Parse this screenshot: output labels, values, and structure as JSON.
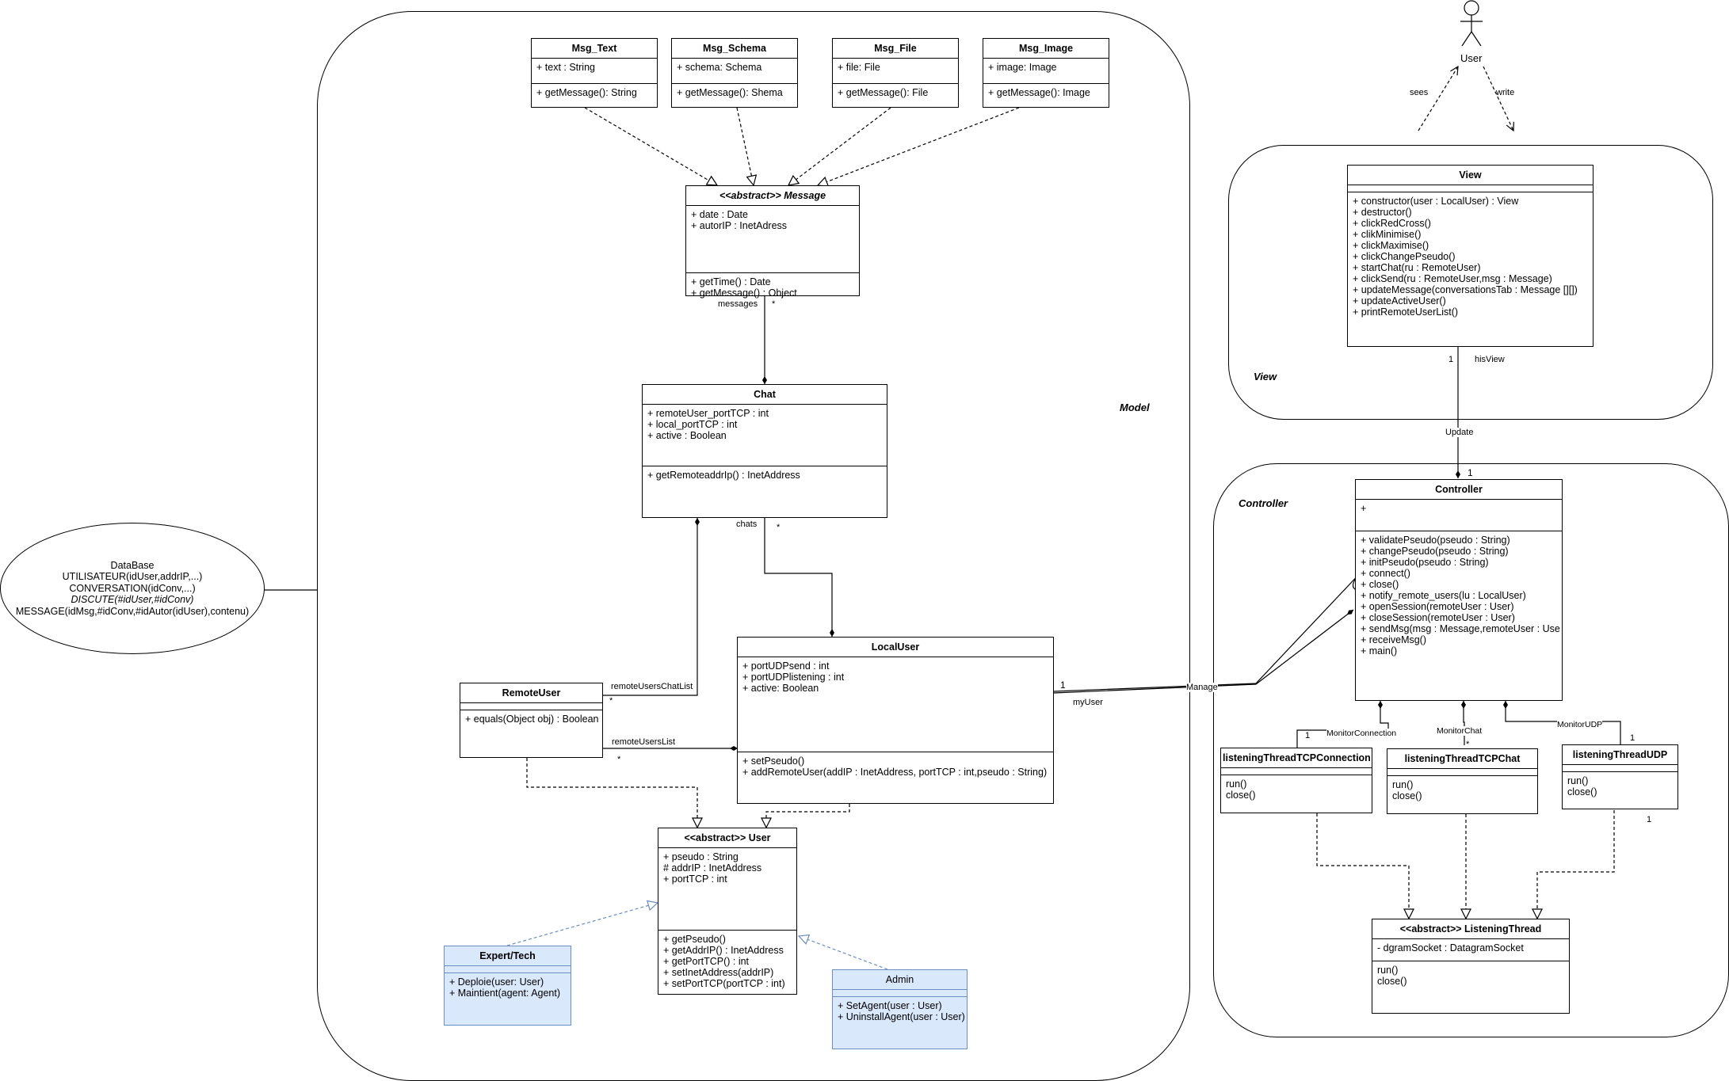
{
  "packages": {
    "model": "Model",
    "view": "View",
    "controller": "Controller"
  },
  "database": {
    "lines": [
      "DataBase",
      "UTILISATEUR(idUser,addrIP,...)",
      "CONVERSATION(idConv,...)",
      "DISCUTE(#idUser,#idConv)",
      "MESSAGE(idMsg,#idConv,#idAutor(idUser),contenu)"
    ]
  },
  "actor": {
    "name": "User",
    "sees": "sees",
    "write": "write"
  },
  "classes": {
    "msg_text": {
      "name": "Msg_Text",
      "attrs": [
        "+ text : String"
      ],
      "ops": [
        "+ getMessage(): String"
      ]
    },
    "msg_schema": {
      "name": "Msg_Schema",
      "attrs": [
        "+ schema: Schema"
      ],
      "ops": [
        "+ getMessage(): Shema"
      ]
    },
    "msg_file": {
      "name": "Msg_File",
      "attrs": [
        "+ file: File"
      ],
      "ops": [
        "+ getMessage(): File"
      ]
    },
    "msg_image": {
      "name": "Msg_Image",
      "attrs": [
        "+ image: Image"
      ],
      "ops": [
        "+ getMessage(): Image"
      ]
    },
    "message": {
      "name": "<<abstract>> Message",
      "attrs": [
        "+ date : Date",
        "+ autorIP : InetAdress"
      ],
      "ops": [
        "+ getTime() : Date",
        "+ getMessage() : Object"
      ]
    },
    "chat": {
      "name": "Chat",
      "attrs": [
        "+ remoteUser_portTCP : int",
        "+ local_portTCP : int",
        "+ active : Boolean"
      ],
      "ops": [
        "+ getRemoteaddrIp() : InetAddress"
      ]
    },
    "localuser": {
      "name": "LocalUser",
      "attrs": [
        "+ portUDPsend : int",
        "+ portUDPlistening : int",
        "+ active: Boolean"
      ],
      "ops": [
        "+ setPseudo()",
        "+ addRemoteUser(addIP : InetAddress, portTCP : int,pseudo : String)"
      ]
    },
    "remoteuser": {
      "name": "RemoteUser",
      "attrs": [],
      "ops": [
        "+ equals(Object obj) : Boolean"
      ]
    },
    "user": {
      "name": "<<abstract>> User",
      "attrs": [
        "+ pseudo : String",
        "# addrIP : InetAddress",
        "+ portTCP : int"
      ],
      "ops": [
        "+ getPseudo()",
        "+ getAddrIP() : InetAddress",
        "+ getPortTCP() : int",
        "+ setInetAddress(addrIP)",
        "+ setPortTCP(portTCP : int)"
      ]
    },
    "expert": {
      "name": "Expert/Tech",
      "attrs": [],
      "ops": [
        "+ Deploie(user: User)",
        "+ Maintient(agent: Agent)"
      ]
    },
    "admin": {
      "name": "Admin",
      "attrs": [],
      "ops": [
        "+ SetAgent(user : User)",
        "+ UninstallAgent(user : User)"
      ]
    },
    "view": {
      "name": "View",
      "attrs": [],
      "ops": [
        "+ constructor(user : LocalUser) : View",
        "+ destructor()",
        "+ clickRedCross()",
        "+ clikMinimise()",
        "+ clickMaximise()",
        "+ clickChangePseudo()",
        "+ startChat(ru : RemoteUser)",
        "+ clickSend(ru : RemoteUser,msg : Message)",
        "+ updateMessage(conversationsTab : Message [][])",
        "+ updateActiveUser()",
        "+ printRemoteUserList()"
      ]
    },
    "controller": {
      "name": "Controller",
      "attrs": [
        "+"
      ],
      "ops": [
        "+ validatePseudo(pseudo : String)",
        "+ changePseudo(pseudo : String)",
        "+ initPseudo(pseudo : String)",
        "+ connect()",
        "+ close()",
        "+ notify_remote_users(lu : LocalUser)",
        "+ openSession(remoteUser : User)",
        "+ closeSession(remoteUser : User)",
        "+ sendMsg(msg : Message,remoteUser : Use",
        "+ receiveMsg()",
        "+ main()"
      ]
    },
    "lt_conn": {
      "name": "listeningThreadTCPConnection",
      "attrs": [],
      "ops": [
        "run()",
        "close()"
      ]
    },
    "lt_chat": {
      "name": "listeningThreadTCPChat",
      "attrs": [],
      "ops": [
        "run()",
        "close()"
      ]
    },
    "lt_udp": {
      "name": "listeningThreadUDP",
      "attrs": [],
      "ops": [
        "run()",
        "close()"
      ]
    },
    "listening": {
      "name": "<<abstract>> ListeningThread",
      "attrs": [
        "- dgramSocket : DatagramSocket"
      ],
      "ops": [
        "run()",
        "close()"
      ]
    }
  },
  "labels": {
    "messages": "messages",
    "messages_mult": "*",
    "chats": "chats",
    "chats_mult": "*",
    "remoteUsersChatList": "remoteUsersChatList",
    "rucl_mult": "*",
    "remoteUsersList": "remoteUsersList",
    "rul_mult": "*",
    "manage": "Manage",
    "manage_mult": "1",
    "myUser": "myUser",
    "hisView": "hisView",
    "hisView_mult": "1",
    "update": "Update",
    "update_mult": "1",
    "monitor_connection": "MonitorConnection",
    "monitor_connection_mult": "1",
    "monitor_chat": "MonitorChat",
    "monitor_chat_mult": "*",
    "monitor_udp": "MonitorUDP",
    "monitor_udp_mult": "1",
    "udp_mult_bottom": "1"
  }
}
